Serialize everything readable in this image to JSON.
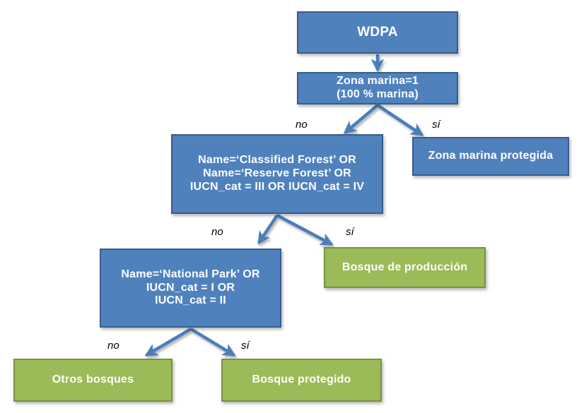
{
  "diagram": {
    "title": "WDPA forest classification decision tree",
    "colors": {
      "blue_fill": "#4f81bd",
      "blue_border": "#385d8a",
      "green_fill": "#9bbb59",
      "green_border": "#77933c",
      "arrow": "#4a7ebb",
      "text": "#ffffff",
      "label_text": "#000000",
      "background": "#ffffff"
    },
    "nodes": {
      "wdpa": "WDPA",
      "zona_marina": "Zona marina=1\n(100 % marina)",
      "classified_forest": "Name=‘Classified Forest’ OR\nName=‘Reserve Forest’ OR\nIUCN_cat = III OR IUCN_cat = IV",
      "zona_marina_protegida": "Zona marina protegida",
      "national_park": "Name=‘National Park’ OR\nIUCN_cat = I OR\nIUCN_cat = II",
      "bosque_produccion": "Bosque de producción",
      "otros_bosques": "Otros bosques",
      "bosque_protegido": "Bosque protegido"
    },
    "edge_labels": {
      "marina_no": "no",
      "marina_si": "sí",
      "classified_no": "no",
      "classified_si": "sí",
      "natpark_no": "no",
      "natpark_si": "sí"
    }
  }
}
